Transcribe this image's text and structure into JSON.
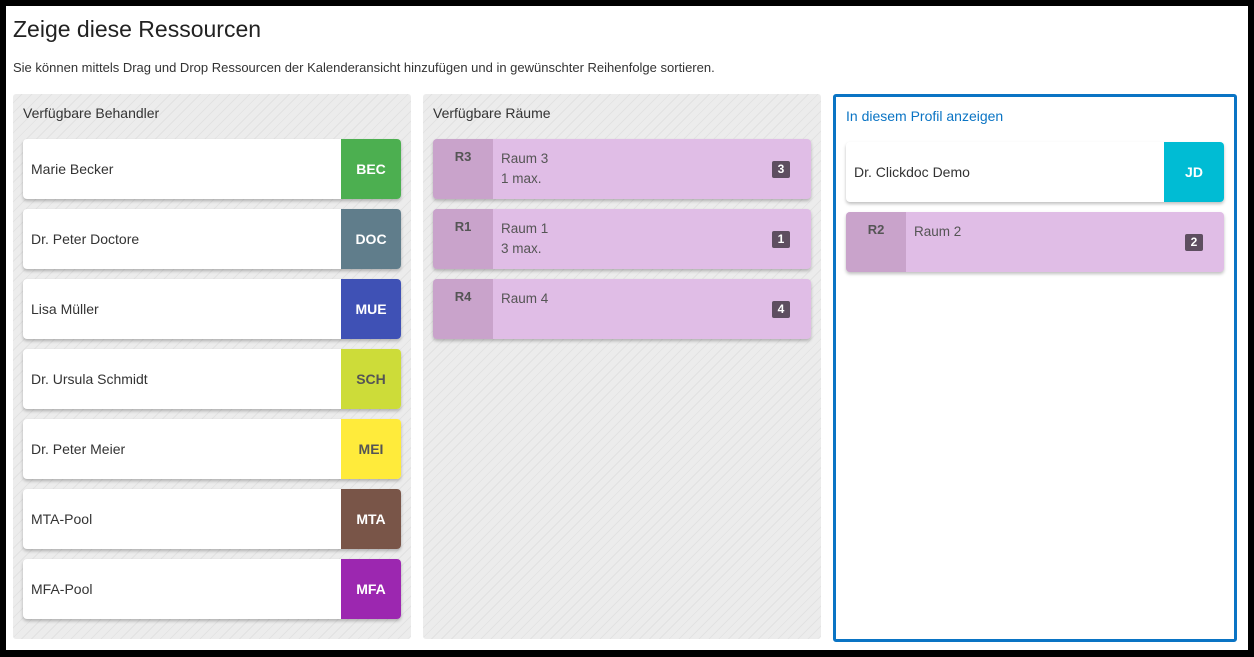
{
  "title": "Zeige diese Ressourcen",
  "subtitle": "Sie können mittels Drag und Drop Ressourcen der Kalenderansicht hinzufügen und in gewünschter Reihenfolge sortieren.",
  "behandler": {
    "title": "Verfügbare Behandler",
    "items": [
      {
        "name": "Marie Becker",
        "code": "BEC",
        "color": "#4caf50",
        "text": "#fff"
      },
      {
        "name": "Dr. Peter Doctore",
        "code": "DOC",
        "color": "#607d8b",
        "text": "#fff"
      },
      {
        "name": "Lisa Müller",
        "code": "MUE",
        "color": "#3f51b5",
        "text": "#fff"
      },
      {
        "name": "Dr. Ursula Schmidt",
        "code": "SCH",
        "color": "#cddc39",
        "text": "#555"
      },
      {
        "name": "Dr. Peter Meier",
        "code": "MEI",
        "color": "#ffeb3b",
        "text": "#555"
      },
      {
        "name": "MTA-Pool",
        "code": "MTA",
        "color": "#795548",
        "text": "#fff"
      },
      {
        "name": "MFA-Pool",
        "code": "MFA",
        "color": "#9c27b0",
        "text": "#fff"
      }
    ]
  },
  "raeume": {
    "title": "Verfügbare Räume",
    "items": [
      {
        "tag": "R3",
        "name": "Raum 3",
        "max": "1 max.",
        "num": "3"
      },
      {
        "tag": "R1",
        "name": "Raum 1",
        "max": "3 max.",
        "num": "1"
      },
      {
        "tag": "R4",
        "name": "Raum 4",
        "max": "",
        "num": "4"
      }
    ]
  },
  "profil": {
    "title": "In diesem Profil anzeigen",
    "behandler": [
      {
        "name": "Dr. Clickdoc Demo",
        "code": "JD",
        "color": "#00bcd4",
        "text": "#fff"
      }
    ],
    "raeume": [
      {
        "tag": "R2",
        "name": "Raum 2",
        "max": "",
        "num": "2"
      }
    ]
  }
}
